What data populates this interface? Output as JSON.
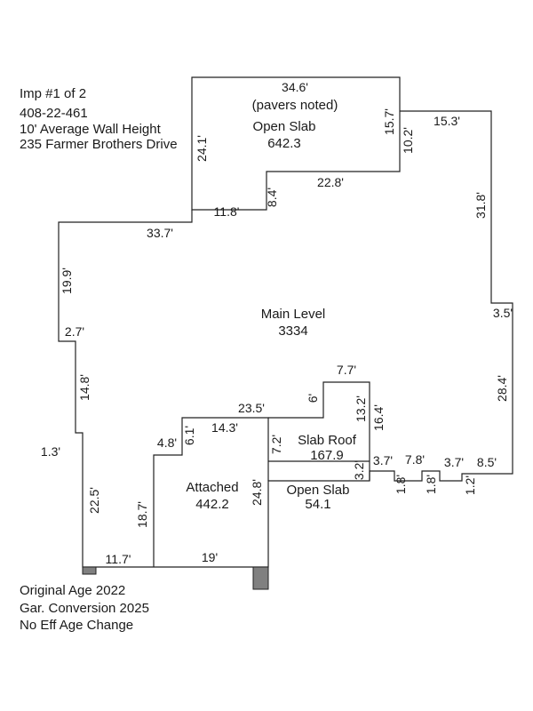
{
  "header": {
    "line1": "Imp #1 of 2",
    "line2": "408-22-461",
    "line3": "10' Average Wall Height",
    "line4": "235 Farmer Brothers Drive"
  },
  "footer": {
    "line1": "Original Age 2022",
    "line2": "Gar. Conversion 2025",
    "line3": "No Eff Age Change"
  },
  "areas": {
    "open_slab_top": {
      "name": "Open Slab",
      "note": "(pavers noted)",
      "value": "642.3"
    },
    "main_level": {
      "name": "Main Level",
      "value": "3334"
    },
    "slab_roof": {
      "name": "Slab Roof",
      "value": "167.9"
    },
    "open_slab_bottom": {
      "name": "Open Slab",
      "value": "54.1"
    },
    "attached": {
      "name": "Attached",
      "value": "442.2"
    }
  },
  "dimensions": {
    "d_34_6": "34.6'",
    "d_24_1": "24.1'",
    "d_15_7": "15.7'",
    "d_10_2": "10.2'",
    "d_15_3": "15.3'",
    "d_22_8": "22.8'",
    "d_8_4": "8.4'",
    "d_11_8": "11.8'",
    "d_33_7": "33.7'",
    "d_31_8": "31.8'",
    "d_19_9": "19.9'",
    "d_3_5": "3.5'",
    "d_2_7": "2.7'",
    "d_28_4": "28.4'",
    "d_14_8": "14.8'",
    "d_7_7": "7.7'",
    "d_6": "6'",
    "d_13_2": "13.2'",
    "d_16_4": "16.4'",
    "d_23_5": "23.5'",
    "d_14_3": "14.3'",
    "d_6_1": "6.1'",
    "d_4_8": "4.8'",
    "d_7_2": "7.2'",
    "d_1_3": "1.3'",
    "d_3_2": "3.2'",
    "d_3_7a": "3.7'",
    "d_7_8": "7.8'",
    "d_3_7b": "3.7'",
    "d_8_5": "8.5'",
    "d_1_8a": "1.8'",
    "d_1_8b": "1.8'",
    "d_1_2": "1.2'",
    "d_24_8": "24.8'",
    "d_22_5": "22.5'",
    "d_18_7": "18.7'",
    "d_11_7": "11.7'",
    "d_19": "19'"
  },
  "colors": {
    "line": "#222222",
    "marker": "#808080"
  }
}
